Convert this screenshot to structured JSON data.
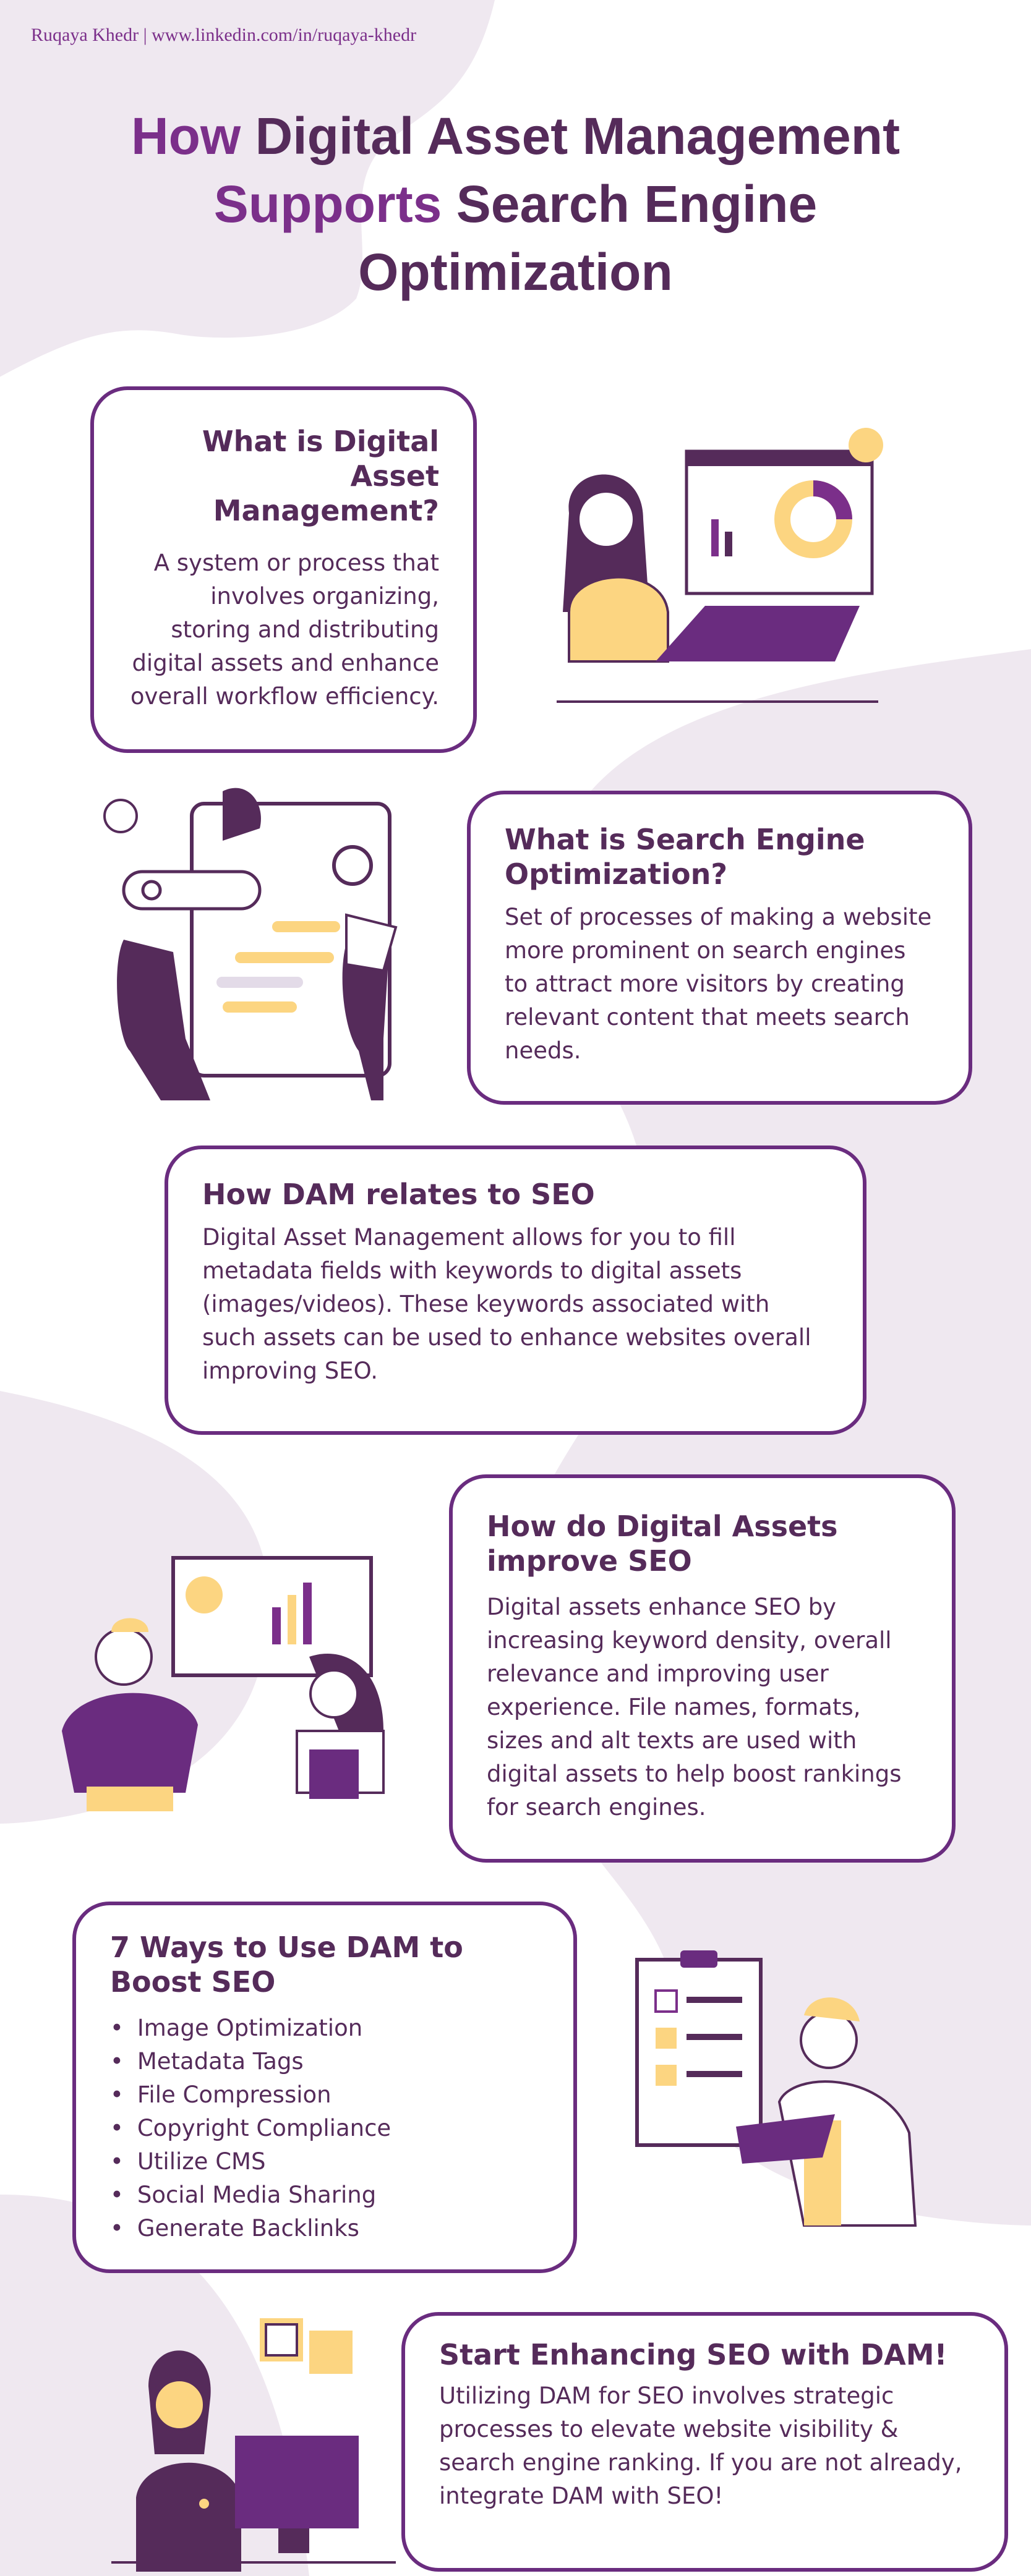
{
  "credit": "Ruqaya Khedr | www.linkedin.com/in/ruqaya-khedr",
  "title": {
    "line1_accent": "How",
    "line1_rest": "Digital Asset Management",
    "line2_accent": "Supports",
    "line2_rest": "Search Engine",
    "line3": "Optimization"
  },
  "sections": [
    {
      "heading": "What is Digital Asset Management?",
      "body": "A system or process that involves organizing, storing and distributing digital assets and enhance overall workflow efficiency."
    },
    {
      "heading": "What is Search Engine Optimization?",
      "body": "Set of processes of making a website more prominent on search engines to attract more visitors by creating relevant content that meets search needs."
    },
    {
      "heading": "How DAM relates to SEO",
      "body": "Digital Asset Management allows for you to fill metadata fields with keywords to digital assets (images/videos). These keywords associated with such assets can be used to enhance websites overall improving SEO."
    },
    {
      "heading": "How do Digital Assets improve SEO",
      "body": "Digital assets enhance SEO by increasing keyword density, overall relevance and improving user experience. File names, formats, sizes and alt texts are used with digital assets to help boost rankings for search engines."
    },
    {
      "heading": "7 Ways to Use DAM to Boost SEO",
      "items": [
        "Image Optimization",
        "Metadata Tags",
        "File Compression",
        "Copyright Compliance",
        "Utilize CMS",
        "Social Media Sharing",
        "Generate Backlinks"
      ]
    },
    {
      "heading": "Start Enhancing SEO with DAM!",
      "body": "Utilizing DAM for SEO involves strategic processes to elevate website visibility & search engine ranking. If you are not already, integrate DAM with SEO!"
    }
  ],
  "colors": {
    "dark": "#552b5a",
    "accent": "#7b2f8a",
    "border": "#6a2c7f",
    "blob": "#efe8f0",
    "yellow": "#fcd581"
  }
}
